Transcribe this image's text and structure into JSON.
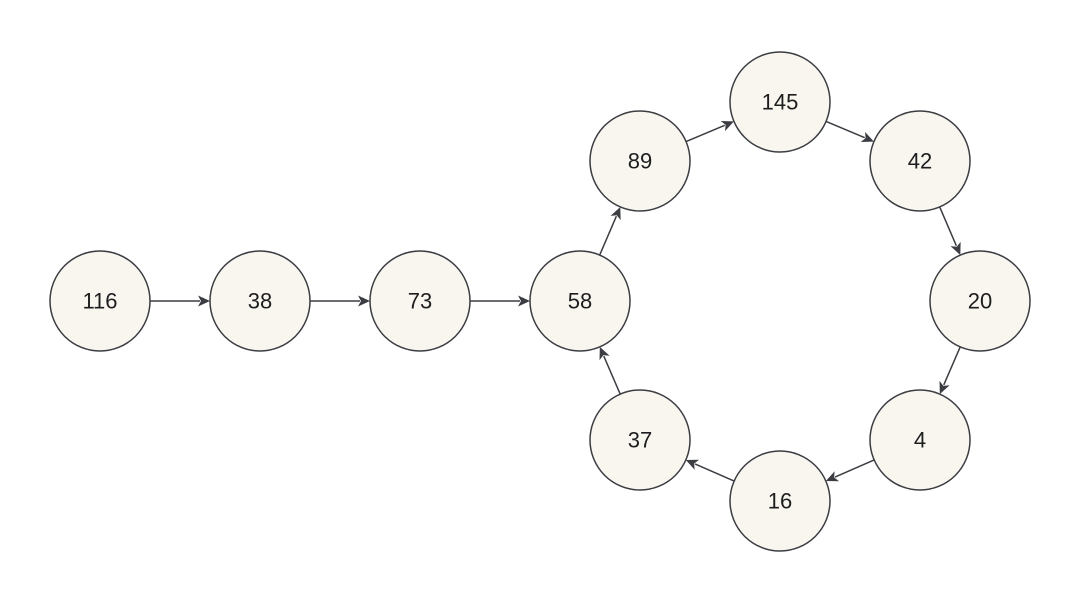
{
  "diagram": {
    "nodes": [
      {
        "id": "n116",
        "label": "116"
      },
      {
        "id": "n38",
        "label": "38"
      },
      {
        "id": "n73",
        "label": "73"
      },
      {
        "id": "n58",
        "label": "58"
      },
      {
        "id": "n89",
        "label": "89"
      },
      {
        "id": "n145",
        "label": "145"
      },
      {
        "id": "n42",
        "label": "42"
      },
      {
        "id": "n20",
        "label": "20"
      },
      {
        "id": "n4",
        "label": "4"
      },
      {
        "id": "n16",
        "label": "16"
      },
      {
        "id": "n37",
        "label": "37"
      }
    ],
    "edges": [
      {
        "from": "n116",
        "to": "n38"
      },
      {
        "from": "n38",
        "to": "n73"
      },
      {
        "from": "n73",
        "to": "n58"
      },
      {
        "from": "n58",
        "to": "n89"
      },
      {
        "from": "n89",
        "to": "n145"
      },
      {
        "from": "n145",
        "to": "n42"
      },
      {
        "from": "n42",
        "to": "n20"
      },
      {
        "from": "n20",
        "to": "n4"
      },
      {
        "from": "n4",
        "to": "n16"
      },
      {
        "from": "n16",
        "to": "n37"
      },
      {
        "from": "n37",
        "to": "n58"
      }
    ],
    "colors": {
      "node_fill": "#f8f6ef",
      "node_stroke": "#3b3d42",
      "edge": "#3b3d42",
      "text": "#1d1d1f"
    }
  }
}
